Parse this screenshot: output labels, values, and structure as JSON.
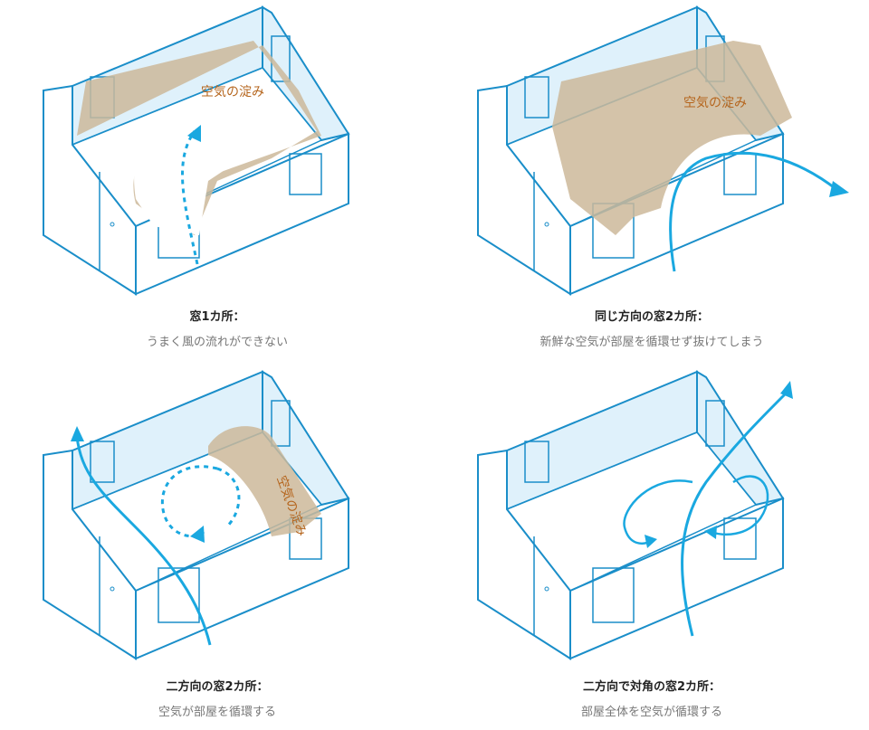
{
  "colors": {
    "outline": "#1a8ec9",
    "wall": "#dff1fb",
    "floor": "#ffffff",
    "stain": "#cdb99a",
    "arrow": "#1aa8e0",
    "stain_text": "#b5651d"
  },
  "panels": [
    {
      "title": "窓1カ所：",
      "description": "うまく風の流れができない",
      "stain_label": "空気の淀み"
    },
    {
      "title": "同じ方向の窓2カ所：",
      "description": "新鮮な空気が部屋を循環せず抜けてしまう",
      "stain_label": "空気の淀み"
    },
    {
      "title": "二方向の窓2カ所：",
      "description": "空気が部屋を循環する",
      "stain_label": "空気の淀み"
    },
    {
      "title": "二方向で対角の窓2カ所：",
      "description": "部屋全体を空気が循環する"
    }
  ]
}
